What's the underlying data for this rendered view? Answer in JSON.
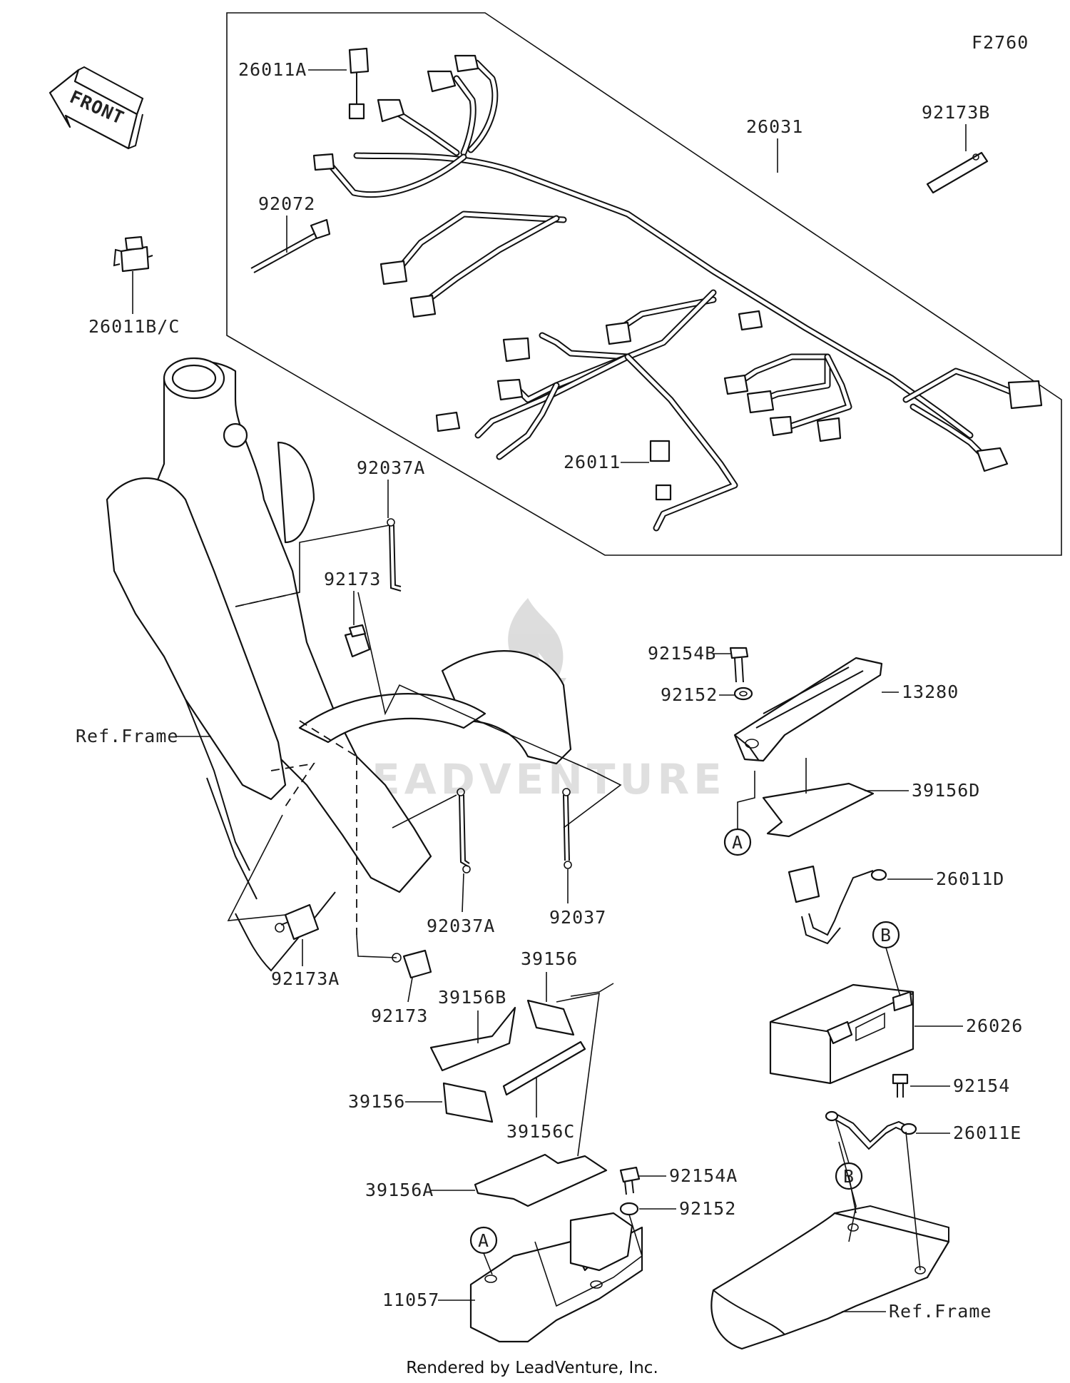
{
  "diagram": {
    "figure_code": "F2760",
    "front_label": "FRONT",
    "credit": "Rendered by LeadVenture, Inc.",
    "watermark": "LEADVENTURE",
    "callouts": {
      "p26011A": "26011A",
      "p26031": "26031",
      "p92173B": "92173B",
      "p92072": "92072",
      "p26011BC": "26011B/C",
      "p26011": "26011",
      "p92037A_top": "92037A",
      "p92173_top": "92173",
      "ref_frame_left": "Ref.Frame",
      "p92173A": "92173A",
      "p92173_bottom": "92173",
      "p92037A_bottom": "92037A",
      "p92037": "92037",
      "p92154B": "92154B",
      "p92152_top": "92152",
      "p13280": "13280",
      "p39156D": "39156D",
      "ref_A_top": "A",
      "p26011D": "26011D",
      "ref_B_top": "B",
      "p26026": "26026",
      "p92154": "92154",
      "p26011E": "26011E",
      "ref_B_bottom": "B",
      "p39156_top": "39156",
      "p39156B": "39156B",
      "p39156_left": "39156",
      "p39156C": "39156C",
      "p39156A": "39156A",
      "p92154A": "92154A",
      "p92152_bottom": "92152",
      "ref_A_bottom": "A",
      "p11057": "11057",
      "ref_frame_right": "Ref.Frame"
    }
  }
}
